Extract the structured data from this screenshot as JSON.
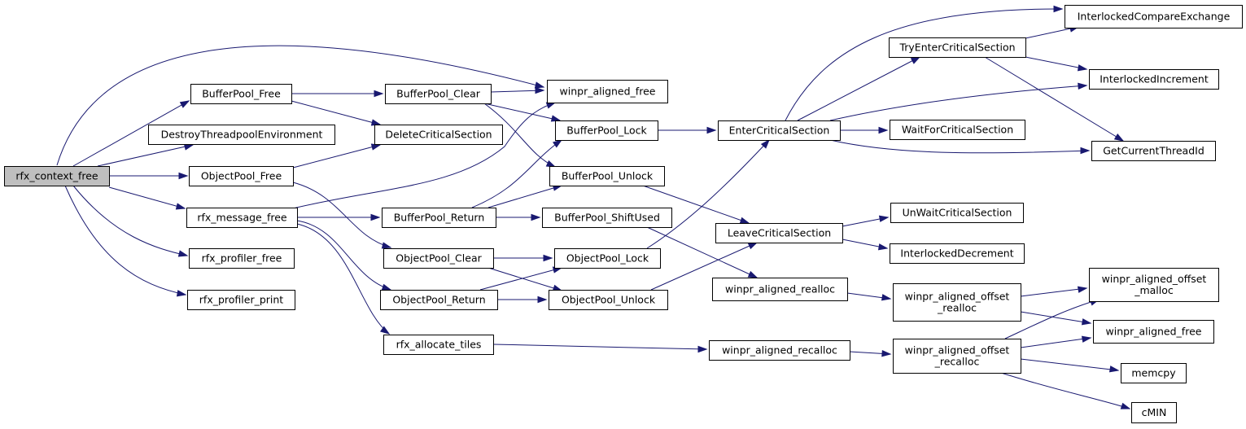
{
  "graph": {
    "type": "call-graph",
    "root": "rfx_context_free",
    "nodes": [
      {
        "id": "rfx_context_free",
        "label": [
          "rfx_context_free"
        ],
        "root": true
      },
      {
        "id": "BufferPool_Free",
        "label": [
          "BufferPool_Free"
        ]
      },
      {
        "id": "DestroyThreadpoolEnvironment",
        "label": [
          "DestroyThreadpoolEnvironment"
        ]
      },
      {
        "id": "ObjectPool_Free",
        "label": [
          "ObjectPool_Free"
        ]
      },
      {
        "id": "rfx_message_free",
        "label": [
          "rfx_message_free"
        ]
      },
      {
        "id": "rfx_profiler_free",
        "label": [
          "rfx_profiler_free"
        ]
      },
      {
        "id": "rfx_profiler_print",
        "label": [
          "rfx_profiler_print"
        ]
      },
      {
        "id": "BufferPool_Clear",
        "label": [
          "BufferPool_Clear"
        ]
      },
      {
        "id": "DeleteCriticalSection",
        "label": [
          "DeleteCriticalSection"
        ]
      },
      {
        "id": "BufferPool_Return",
        "label": [
          "BufferPool_Return"
        ]
      },
      {
        "id": "ObjectPool_Clear",
        "label": [
          "ObjectPool_Clear"
        ]
      },
      {
        "id": "ObjectPool_Return",
        "label": [
          "ObjectPool_Return"
        ]
      },
      {
        "id": "rfx_allocate_tiles",
        "label": [
          "rfx_allocate_tiles"
        ]
      },
      {
        "id": "winpr_aligned_free_a",
        "label": [
          "winpr_aligned_free"
        ]
      },
      {
        "id": "BufferPool_Lock",
        "label": [
          "BufferPool_Lock"
        ]
      },
      {
        "id": "BufferPool_Unlock",
        "label": [
          "BufferPool_Unlock"
        ]
      },
      {
        "id": "BufferPool_ShiftUsed",
        "label": [
          "BufferPool_ShiftUsed"
        ]
      },
      {
        "id": "ObjectPool_Lock",
        "label": [
          "ObjectPool_Lock"
        ]
      },
      {
        "id": "ObjectPool_Unlock",
        "label": [
          "ObjectPool_Unlock"
        ]
      },
      {
        "id": "EnterCriticalSection",
        "label": [
          "EnterCriticalSection"
        ]
      },
      {
        "id": "LeaveCriticalSection",
        "label": [
          "LeaveCriticalSection"
        ]
      },
      {
        "id": "winpr_aligned_realloc",
        "label": [
          "winpr_aligned_realloc"
        ]
      },
      {
        "id": "winpr_aligned_recalloc",
        "label": [
          "winpr_aligned_recalloc"
        ]
      },
      {
        "id": "TryEnterCriticalSection",
        "label": [
          "TryEnterCriticalSection"
        ]
      },
      {
        "id": "WaitForCriticalSection",
        "label": [
          "WaitForCriticalSection"
        ]
      },
      {
        "id": "UnWaitCriticalSection",
        "label": [
          "UnWaitCriticalSection"
        ]
      },
      {
        "id": "InterlockedDecrement",
        "label": [
          "InterlockedDecrement"
        ]
      },
      {
        "id": "winpr_aligned_offset_realloc",
        "label": [
          "winpr_aligned_offset",
          "_realloc"
        ]
      },
      {
        "id": "winpr_aligned_offset_recalloc",
        "label": [
          "winpr_aligned_offset",
          "_recalloc"
        ]
      },
      {
        "id": "InterlockedCompareExchange",
        "label": [
          "InterlockedCompareExchange"
        ]
      },
      {
        "id": "InterlockedIncrement",
        "label": [
          "InterlockedIncrement"
        ]
      },
      {
        "id": "GetCurrentThreadId",
        "label": [
          "GetCurrentThreadId"
        ]
      },
      {
        "id": "winpr_aligned_offset_malloc",
        "label": [
          "winpr_aligned_offset",
          "_malloc"
        ]
      },
      {
        "id": "winpr_aligned_free_b",
        "label": [
          "winpr_aligned_free"
        ]
      },
      {
        "id": "memcpy",
        "label": [
          "memcpy"
        ]
      },
      {
        "id": "cMIN",
        "label": [
          "cMIN"
        ]
      }
    ],
    "edges": [
      {
        "from": "rfx_context_free",
        "to": "winpr_aligned_free_a"
      },
      {
        "from": "rfx_context_free",
        "to": "BufferPool_Free"
      },
      {
        "from": "rfx_context_free",
        "to": "DestroyThreadpoolEnvironment"
      },
      {
        "from": "rfx_context_free",
        "to": "ObjectPool_Free"
      },
      {
        "from": "rfx_context_free",
        "to": "rfx_message_free"
      },
      {
        "from": "rfx_context_free",
        "to": "rfx_profiler_free"
      },
      {
        "from": "rfx_context_free",
        "to": "rfx_profiler_print"
      },
      {
        "from": "BufferPool_Free",
        "to": "BufferPool_Clear"
      },
      {
        "from": "BufferPool_Free",
        "to": "DeleteCriticalSection"
      },
      {
        "from": "ObjectPool_Free",
        "to": "DeleteCriticalSection"
      },
      {
        "from": "ObjectPool_Free",
        "to": "ObjectPool_Clear"
      },
      {
        "from": "rfx_message_free",
        "to": "winpr_aligned_free_a"
      },
      {
        "from": "rfx_message_free",
        "to": "BufferPool_Return"
      },
      {
        "from": "rfx_message_free",
        "to": "ObjectPool_Return"
      },
      {
        "from": "rfx_message_free",
        "to": "rfx_allocate_tiles"
      },
      {
        "from": "BufferPool_Clear",
        "to": "winpr_aligned_free_a"
      },
      {
        "from": "BufferPool_Clear",
        "to": "BufferPool_Lock"
      },
      {
        "from": "BufferPool_Clear",
        "to": "BufferPool_Unlock"
      },
      {
        "from": "BufferPool_Return",
        "to": "BufferPool_Lock"
      },
      {
        "from": "BufferPool_Return",
        "to": "BufferPool_Unlock"
      },
      {
        "from": "BufferPool_Return",
        "to": "BufferPool_ShiftUsed"
      },
      {
        "from": "ObjectPool_Clear",
        "to": "ObjectPool_Lock"
      },
      {
        "from": "ObjectPool_Clear",
        "to": "ObjectPool_Unlock"
      },
      {
        "from": "ObjectPool_Return",
        "to": "ObjectPool_Lock"
      },
      {
        "from": "ObjectPool_Return",
        "to": "ObjectPool_Unlock"
      },
      {
        "from": "rfx_allocate_tiles",
        "to": "winpr_aligned_recalloc"
      },
      {
        "from": "BufferPool_Lock",
        "to": "EnterCriticalSection"
      },
      {
        "from": "BufferPool_Unlock",
        "to": "LeaveCriticalSection"
      },
      {
        "from": "BufferPool_ShiftUsed",
        "to": "winpr_aligned_realloc"
      },
      {
        "from": "ObjectPool_Lock",
        "to": "EnterCriticalSection"
      },
      {
        "from": "ObjectPool_Unlock",
        "to": "LeaveCriticalSection"
      },
      {
        "from": "EnterCriticalSection",
        "to": "TryEnterCriticalSection"
      },
      {
        "from": "EnterCriticalSection",
        "to": "InterlockedCompareExchange"
      },
      {
        "from": "EnterCriticalSection",
        "to": "InterlockedIncrement"
      },
      {
        "from": "EnterCriticalSection",
        "to": "WaitForCriticalSection"
      },
      {
        "from": "EnterCriticalSection",
        "to": "GetCurrentThreadId"
      },
      {
        "from": "LeaveCriticalSection",
        "to": "UnWaitCriticalSection"
      },
      {
        "from": "LeaveCriticalSection",
        "to": "InterlockedDecrement"
      },
      {
        "from": "winpr_aligned_realloc",
        "to": "winpr_aligned_offset_realloc"
      },
      {
        "from": "winpr_aligned_recalloc",
        "to": "winpr_aligned_offset_recalloc"
      },
      {
        "from": "TryEnterCriticalSection",
        "to": "InterlockedCompareExchange"
      },
      {
        "from": "TryEnterCriticalSection",
        "to": "InterlockedIncrement"
      },
      {
        "from": "TryEnterCriticalSection",
        "to": "GetCurrentThreadId"
      },
      {
        "from": "winpr_aligned_offset_realloc",
        "to": "winpr_aligned_offset_malloc"
      },
      {
        "from": "winpr_aligned_offset_realloc",
        "to": "winpr_aligned_free_b"
      },
      {
        "from": "winpr_aligned_offset_recalloc",
        "to": "winpr_aligned_offset_malloc"
      },
      {
        "from": "winpr_aligned_offset_recalloc",
        "to": "winpr_aligned_free_b"
      },
      {
        "from": "winpr_aligned_offset_recalloc",
        "to": "memcpy"
      },
      {
        "from": "winpr_aligned_offset_recalloc",
        "to": "cMIN"
      }
    ]
  },
  "colors": {
    "edge": "#191970",
    "node_border": "#000000",
    "node_fill": "#ffffff",
    "root_fill": "#bfbfbf",
    "background": "#ffffff"
  }
}
